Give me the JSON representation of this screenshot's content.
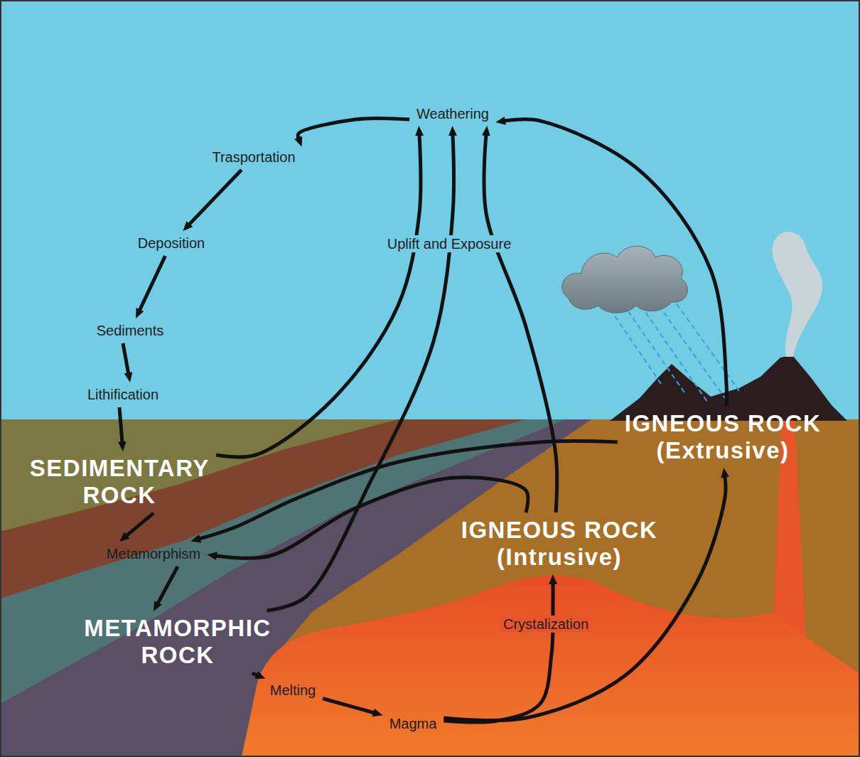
{
  "diagram": {
    "nodes": [
      {
        "text": [
          "Weathering"
        ]
      },
      {
        "text": [
          "Trasportation"
        ]
      },
      {
        "text": [
          "Deposition"
        ]
      },
      {
        "text": [
          "Sediments"
        ]
      },
      {
        "text": [
          "Lithification"
        ]
      },
      {
        "text": [
          "SEDIMENTARY ROCK"
        ]
      },
      {
        "text": [
          "Metamorphism"
        ]
      },
      {
        "text": [
          "METAMORPHIC ROCK"
        ]
      },
      {
        "text": [
          "Melting"
        ]
      },
      {
        "text": [
          "Magma"
        ]
      },
      {
        "text": [
          "IGNEOUS ROCK",
          "(Intrusive)"
        ]
      },
      {
        "text": [
          "IGNEOUS ROCK",
          "(Extrusive)"
        ]
      }
    ],
    "edges": [
      {
        "from": 0,
        "to": 1,
        "arrow": "to"
      },
      {
        "from": 1,
        "to": 2,
        "arrow": "to"
      },
      {
        "from": 2,
        "to": 3,
        "arrow": "to"
      },
      {
        "from": 3,
        "to": 4,
        "arrow": "to"
      },
      {
        "from": 4,
        "to": 5,
        "arrow": "to"
      },
      {
        "from": 5,
        "to": 6,
        "arrow": "to"
      },
      {
        "from": 6,
        "to": 7,
        "arrow": "to"
      },
      {
        "from": 7,
        "to": 8,
        "arrow": "to"
      },
      {
        "from": 8,
        "to": 9,
        "arrow": "to"
      },
      {
        "from": 9,
        "to": 10,
        "label": "Crystalization",
        "arrow": "to"
      },
      {
        "from": 9,
        "to": 11,
        "arrow": "to"
      },
      {
        "from": 11,
        "to": 0,
        "arrow": "to"
      },
      {
        "from": 11,
        "to": 6,
        "arrow": "to"
      },
      {
        "from": 10,
        "to": 6,
        "arrow": "to"
      },
      {
        "from": 5,
        "to": 0,
        "arrow": "to"
      },
      {
        "from": 7,
        "to": 0,
        "arrow": "to"
      },
      {
        "from": 10,
        "to": 0,
        "arrow": "to"
      }
    ],
    "labels": [
      "Uplift and Exposure"
    ]
  }
}
